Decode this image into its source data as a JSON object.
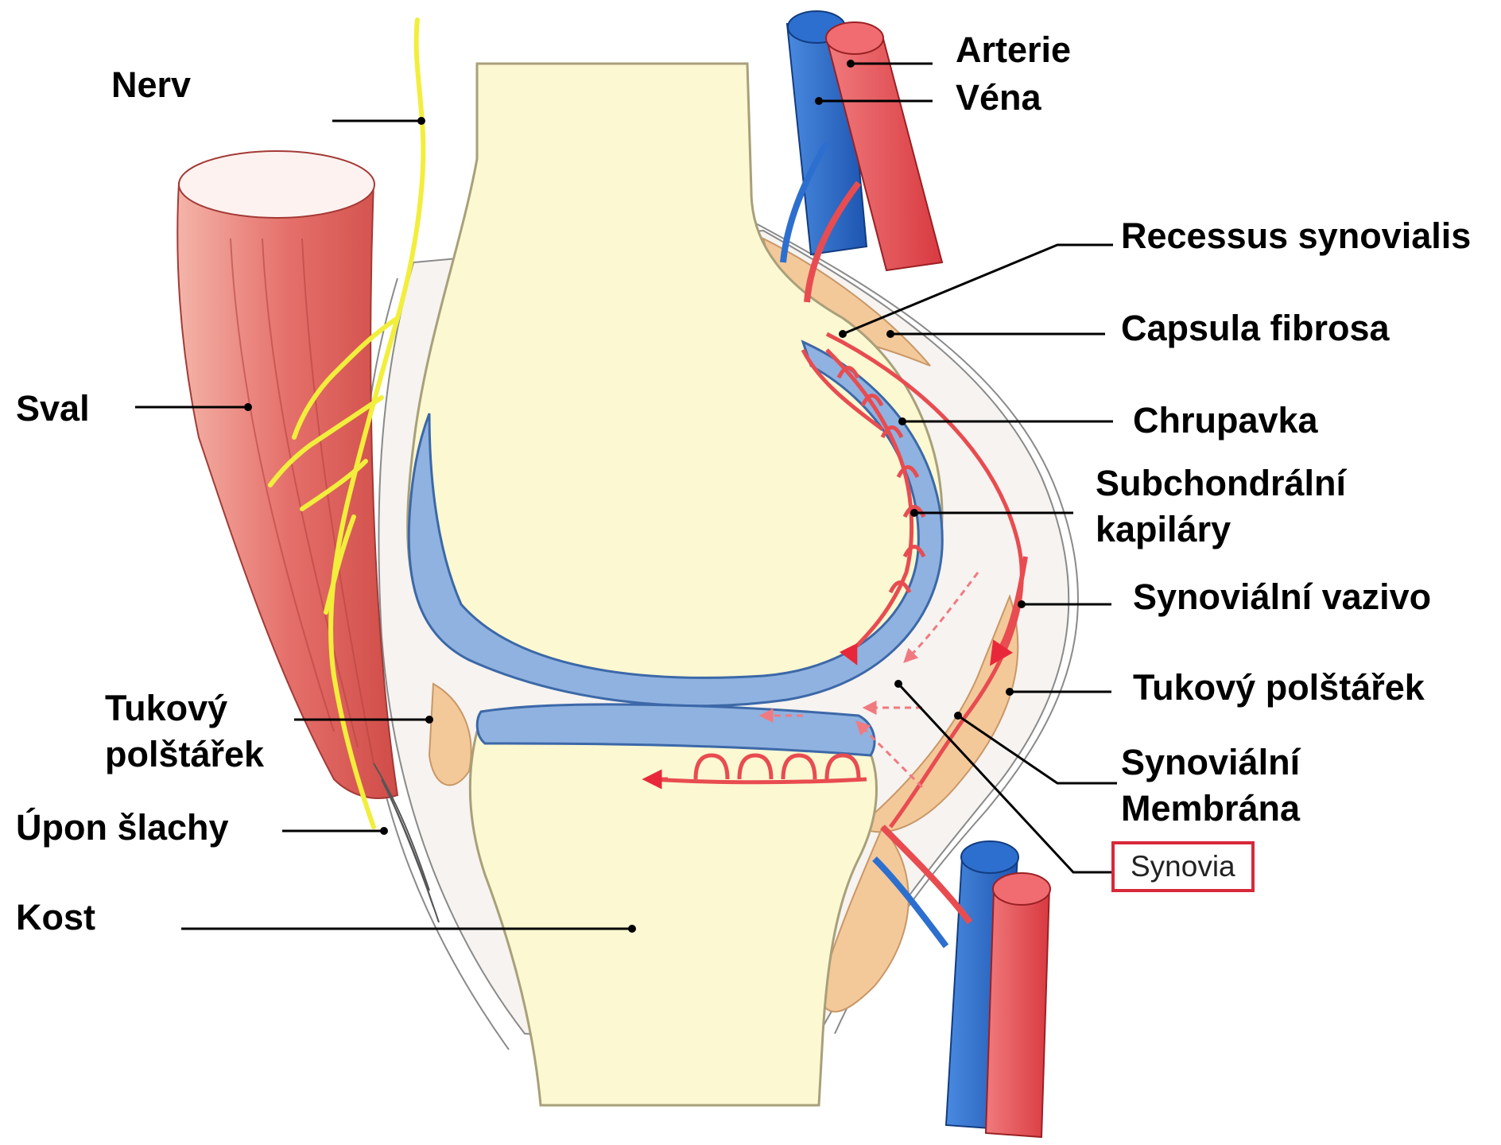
{
  "labels": {
    "nerv": "Nerv",
    "sval": "Sval",
    "tukovy_polstarek_left": "Tukový polštářek",
    "upon_slachy": "Úpon šlachy",
    "kost": "Kost",
    "arterie": "Arterie",
    "vena": "Véna",
    "recessus_synovialis": "Recessus synovialis",
    "capsula_fibrosa": "Capsula fibrosa",
    "chrupavka": "Chrupavka",
    "subchondralni_kapilary": "Subchondrální kapiláry",
    "synovialni_vazivo": "Synoviální vazivo",
    "tukovy_polstarek_right": "Tukový polštářek",
    "synovialni_membrana": "Synoviální Membrána",
    "synovia": "Synovia"
  },
  "colors": {
    "bone": "#fbf8d2",
    "cartilage": "#8fb2e0",
    "muscle": "#e5706b",
    "nerve": "#f2ee3c",
    "artery": "#e84c50",
    "vein": "#2d6fce",
    "fat": "#f3c99a",
    "highlight_box": "#d8283a"
  }
}
